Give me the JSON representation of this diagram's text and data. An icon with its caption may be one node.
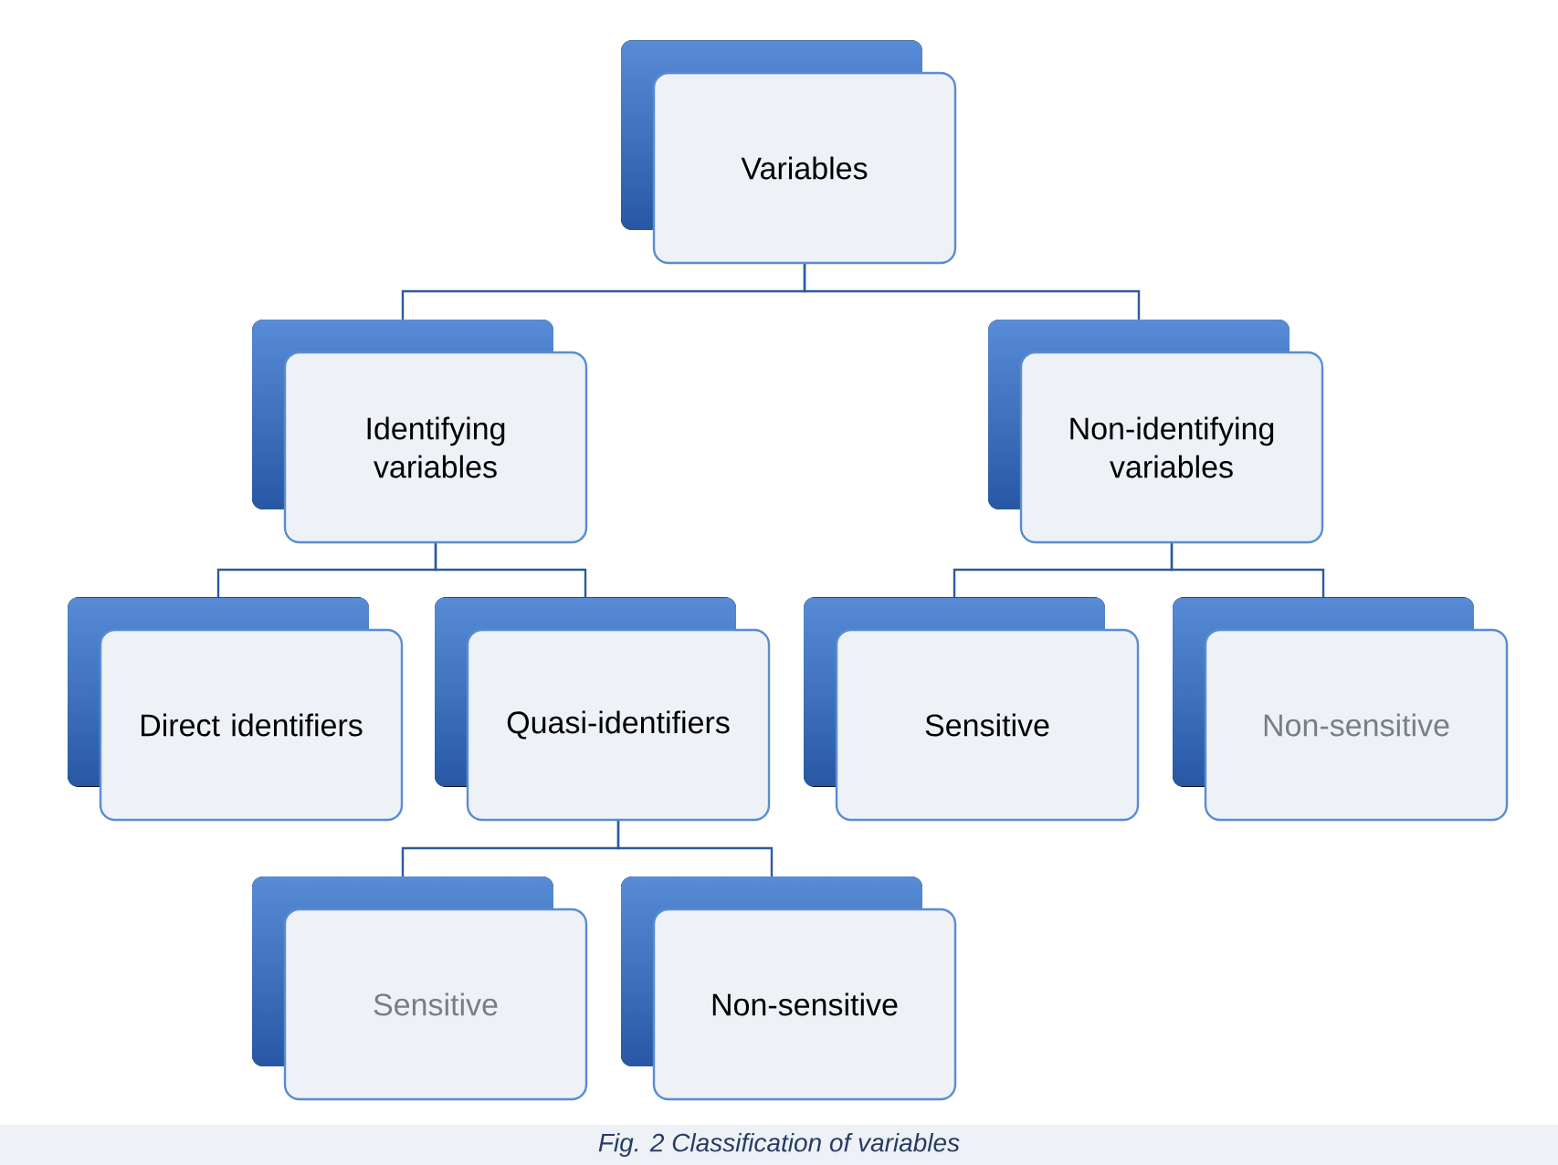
{
  "diagram": {
    "caption": "Fig. 2 Classification of variables",
    "nodes": [
      {
        "text": [
          "Variables"
        ]
      },
      {
        "text": [
          "Identifying variables"
        ]
      },
      {
        "text": [
          "Non-identifying variables"
        ]
      },
      {
        "text": [
          "Direct identifiers"
        ]
      },
      {
        "text": [
          "Quasi-identifiers"
        ]
      },
      {
        "text": [
          "Sensitive"
        ]
      },
      {
        "text": [
          "Non-sensitive"
        ]
      },
      {
        "text": [
          "Sensitive"
        ]
      },
      {
        "text": [
          "Non-sensitive"
        ]
      }
    ],
    "edges": [
      {
        "from": 0,
        "to": 1,
        "arrow": "none"
      },
      {
        "from": 0,
        "to": 2,
        "arrow": "none"
      },
      {
        "from": 1,
        "to": 3,
        "arrow": "none"
      },
      {
        "from": 1,
        "to": 4,
        "arrow": "none"
      },
      {
        "from": 2,
        "to": 5,
        "arrow": "none"
      },
      {
        "from": 2,
        "to": 6,
        "arrow": "none"
      },
      {
        "from": 4,
        "to": 7,
        "arrow": "none"
      },
      {
        "from": 4,
        "to": 8,
        "arrow": "none"
      }
    ]
  }
}
